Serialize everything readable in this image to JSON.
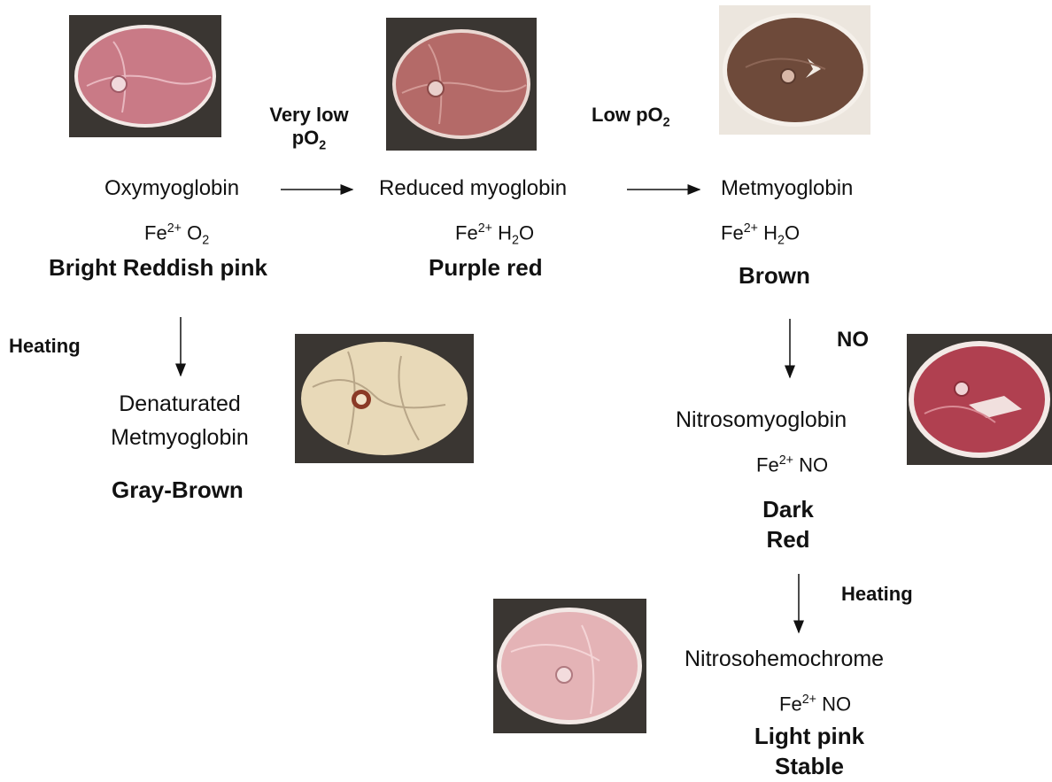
{
  "conditions": {
    "very_low_line1": "Very low",
    "very_low_line2": "pO",
    "very_low_sub": "2",
    "low_main": "Low pO",
    "low_sub": "2",
    "heating_1": "Heating",
    "no": "NO",
    "heating_2": "Heating"
  },
  "nodes": {
    "oxymyoglobin": {
      "name": "Oxymyoglobin",
      "fe": "Fe",
      "fe_sup": "2+",
      "ligand": "O",
      "ligand_sub": "2",
      "color": "Bright Reddish pink"
    },
    "reduced": {
      "name": "Reduced myoglobin",
      "fe": "Fe",
      "fe_sup": "2+",
      "ligand_pre": " H",
      "ligand_sub": "2",
      "ligand_post": "O",
      "color": "Purple red"
    },
    "metmyoglobin": {
      "name": "Metmyoglobin",
      "fe": "Fe",
      "fe_sup": "2+",
      "ligand_pre": " H",
      "ligand_sub": "2",
      "ligand_post": "O",
      "color": "Brown"
    },
    "denatured": {
      "name_line1": "Denaturated",
      "name_line2": "Metmyoglobin",
      "color": "Gray-Brown"
    },
    "nitrosomyoglobin": {
      "name": "Nitrosomyoglobin",
      "fe": "Fe",
      "fe_sup": "2+",
      "ligand": " NO",
      "color_line1": "Dark",
      "color_line2": "Red"
    },
    "nitrosohemochrome": {
      "name": "Nitrosohemochrome",
      "fe": "Fe",
      "fe_sup": "2+",
      "ligand": " NO",
      "color_line1": "Light pink",
      "color_line2": "Stable"
    }
  },
  "colors": {
    "oxy_meat": "#c97a86",
    "reduced_meat": "#b46a68",
    "met_meat": "#6e4a3a",
    "denatured_meat": "#e8d9b8",
    "nitroso_meat": "#b04050",
    "hemochrome_meat": "#e4b3b6",
    "photo_bg": "#3a3632",
    "fat": "#f3e9e6"
  }
}
